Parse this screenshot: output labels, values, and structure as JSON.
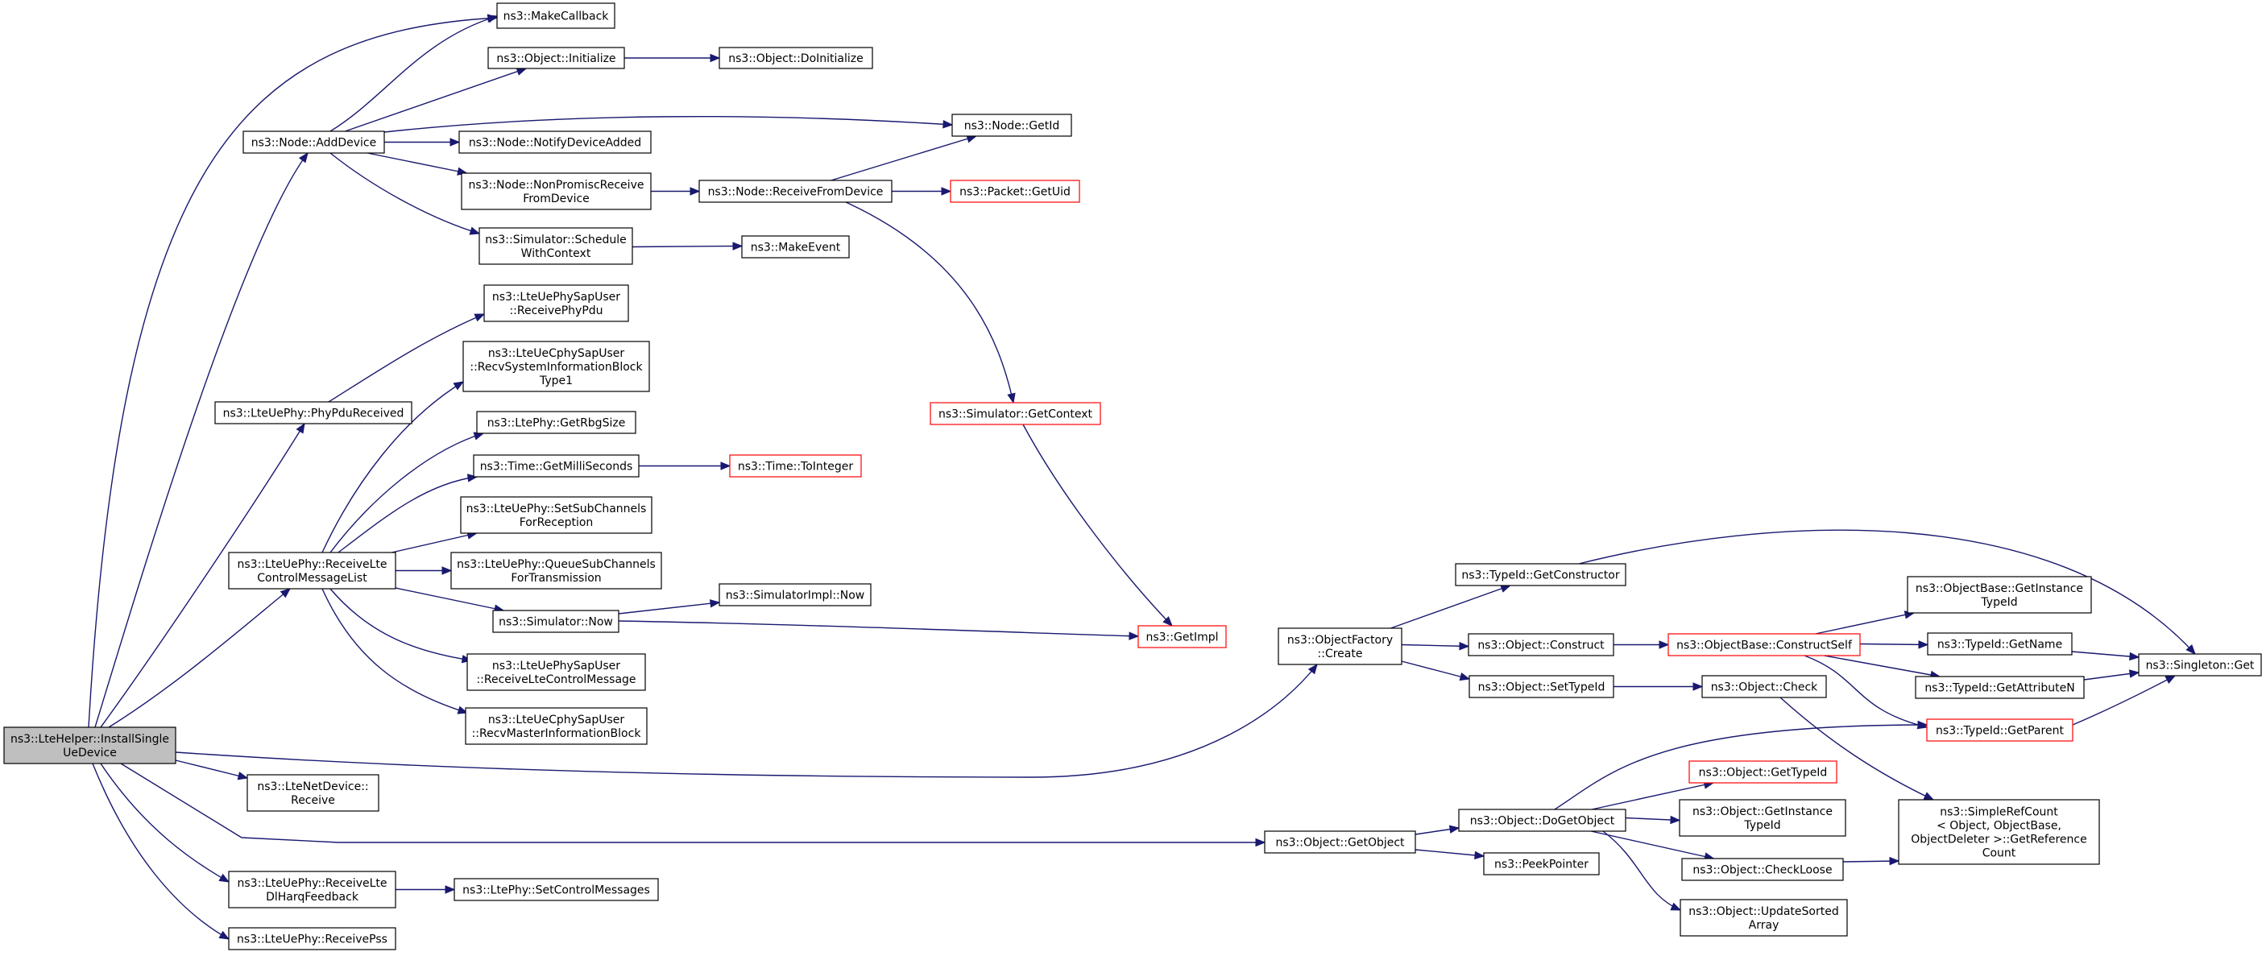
{
  "colors": {
    "edge": "#191970",
    "node_border": "#000000",
    "node_border_truncated": "#ff0000",
    "root_fill": "#bfbfbf",
    "node_fill": "#ffffff"
  },
  "nodes": [
    {
      "id": "root",
      "lines": [
        "ns3::LteHelper::InstallSingle",
        "UeDevice"
      ],
      "style": "root"
    },
    {
      "id": "makecallback",
      "lines": [
        "ns3::MakeCallback"
      ],
      "style": "normal"
    },
    {
      "id": "obj_initialize",
      "lines": [
        "ns3::Object::Initialize"
      ],
      "style": "normal"
    },
    {
      "id": "obj_doinitialize",
      "lines": [
        "ns3::Object::DoInitialize"
      ],
      "style": "normal"
    },
    {
      "id": "node_adddevice",
      "lines": [
        "ns3::Node::AddDevice"
      ],
      "style": "normal"
    },
    {
      "id": "node_getid",
      "lines": [
        "ns3::Node::GetId"
      ],
      "style": "normal"
    },
    {
      "id": "node_notifydeviceadded",
      "lines": [
        "ns3::Node::NotifyDeviceAdded"
      ],
      "style": "normal"
    },
    {
      "id": "node_nonpromisc",
      "lines": [
        "ns3::Node::NonPromiscReceive",
        "FromDevice"
      ],
      "style": "normal"
    },
    {
      "id": "node_receivefromdevice",
      "lines": [
        "ns3::Node::ReceiveFromDevice"
      ],
      "style": "normal"
    },
    {
      "id": "packet_getuid",
      "lines": [
        "ns3::Packet::GetUid"
      ],
      "style": "truncated"
    },
    {
      "id": "sim_schedulewithcontext",
      "lines": [
        "ns3::Simulator::Schedule",
        "WithContext"
      ],
      "style": "normal"
    },
    {
      "id": "makeevent",
      "lines": [
        "ns3::MakeEvent"
      ],
      "style": "normal"
    },
    {
      "id": "ltephysapuser_receivephypdu",
      "lines": [
        "ns3::LteUePhySapUser",
        "::ReceivePhyPdu"
      ],
      "style": "normal"
    },
    {
      "id": "lteuephy_phypdureceived",
      "lines": [
        "ns3::LteUePhy::PhyPduReceived"
      ],
      "style": "normal"
    },
    {
      "id": "ltecphy_recvsib1",
      "lines": [
        "ns3::LteUeCphySapUser",
        "::RecvSystemInformationBlock",
        "Type1"
      ],
      "style": "normal"
    },
    {
      "id": "ltephy_getrbgsize",
      "lines": [
        "ns3::LtePhy::GetRbgSize"
      ],
      "style": "normal"
    },
    {
      "id": "time_getmilliseconds",
      "lines": [
        "ns3::Time::GetMilliSeconds"
      ],
      "style": "normal"
    },
    {
      "id": "time_tointeger",
      "lines": [
        "ns3::Time::ToInteger"
      ],
      "style": "truncated"
    },
    {
      "id": "sim_getcontext",
      "lines": [
        "ns3::Simulator::GetContext"
      ],
      "style": "truncated"
    },
    {
      "id": "lteuephy_setsubchannels",
      "lines": [
        "ns3::LteUePhy::SetSubChannels",
        "ForReception"
      ],
      "style": "normal"
    },
    {
      "id": "lteuephy_receivectrlmsglist",
      "lines": [
        "ns3::LteUePhy::ReceiveLte",
        "ControlMessageList"
      ],
      "style": "normal"
    },
    {
      "id": "lteuephy_queuesubchannels",
      "lines": [
        "ns3::LteUePhy::QueueSubChannels",
        "ForTransmission"
      ],
      "style": "normal"
    },
    {
      "id": "sim_now",
      "lines": [
        "ns3::Simulator::Now"
      ],
      "style": "normal"
    },
    {
      "id": "simimpl_now",
      "lines": [
        "ns3::SimulatorImpl::Now"
      ],
      "style": "normal"
    },
    {
      "id": "getimpl",
      "lines": [
        "ns3::GetImpl"
      ],
      "style": "truncated"
    },
    {
      "id": "ltephysapuser_receivectrlmsg",
      "lines": [
        "ns3::LteUePhySapUser",
        "::ReceiveLteControlMessage"
      ],
      "style": "normal"
    },
    {
      "id": "ltecphy_recvmib",
      "lines": [
        "ns3::LteUeCphySapUser",
        "::RecvMasterInformationBlock"
      ],
      "style": "normal"
    },
    {
      "id": "ltenetdevice_receive",
      "lines": [
        "ns3::LteNetDevice::",
        "Receive"
      ],
      "style": "normal"
    },
    {
      "id": "lteuephy_receivedlharq",
      "lines": [
        "ns3::LteUePhy::ReceiveLte",
        "DlHarqFeedback"
      ],
      "style": "normal"
    },
    {
      "id": "ltephy_setcontrolmessages",
      "lines": [
        "ns3::LtePhy::SetControlMessages"
      ],
      "style": "normal"
    },
    {
      "id": "lteuephy_receivepss",
      "lines": [
        "ns3::LteUePhy::ReceivePss"
      ],
      "style": "normal"
    },
    {
      "id": "objfactory_create",
      "lines": [
        "ns3::ObjectFactory",
        "::Create"
      ],
      "style": "normal"
    },
    {
      "id": "typeid_getconstructor",
      "lines": [
        "ns3::TypeId::GetConstructor"
      ],
      "style": "normal"
    },
    {
      "id": "obj_construct",
      "lines": [
        "ns3::Object::Construct"
      ],
      "style": "normal"
    },
    {
      "id": "objbase_constructself",
      "lines": [
        "ns3::ObjectBase::ConstructSelf"
      ],
      "style": "truncated"
    },
    {
      "id": "obj_settypeid",
      "lines": [
        "ns3::Object::SetTypeId"
      ],
      "style": "normal"
    },
    {
      "id": "obj_check",
      "lines": [
        "ns3::Object::Check"
      ],
      "style": "normal"
    },
    {
      "id": "objbase_getinstancetypeid",
      "lines": [
        "ns3::ObjectBase::GetInstance",
        "TypeId"
      ],
      "style": "normal"
    },
    {
      "id": "typeid_getname",
      "lines": [
        "ns3::TypeId::GetName"
      ],
      "style": "normal"
    },
    {
      "id": "typeid_getattributen",
      "lines": [
        "ns3::TypeId::GetAttributeN"
      ],
      "style": "normal"
    },
    {
      "id": "typeid_getparent",
      "lines": [
        "ns3::TypeId::GetParent"
      ],
      "style": "truncated"
    },
    {
      "id": "singleton_get",
      "lines": [
        "ns3::Singleton::Get"
      ],
      "style": "normal"
    },
    {
      "id": "obj_getobject",
      "lines": [
        "ns3::Object::GetObject"
      ],
      "style": "normal"
    },
    {
      "id": "obj_dogetobject",
      "lines": [
        "ns3::Object::DoGetObject"
      ],
      "style": "normal"
    },
    {
      "id": "obj_gettypeid",
      "lines": [
        "ns3::Object::GetTypeId"
      ],
      "style": "truncated"
    },
    {
      "id": "obj_getinstancetypeid",
      "lines": [
        "ns3::Object::GetInstance",
        "TypeId"
      ],
      "style": "normal"
    },
    {
      "id": "obj_checkloose",
      "lines": [
        "ns3::Object::CheckLoose"
      ],
      "style": "normal"
    },
    {
      "id": "obj_updatesortedarray",
      "lines": [
        "ns3::Object::UpdateSorted",
        "Array"
      ],
      "style": "normal"
    },
    {
      "id": "peekpointer",
      "lines": [
        "ns3::PeekPointer"
      ],
      "style": "normal"
    },
    {
      "id": "simplerefcount_getrefcount",
      "lines": [
        "ns3::SimpleRefCount",
        "< Object, ObjectBase,",
        " ObjectDeleter >::GetReference",
        "Count"
      ],
      "style": "normal"
    }
  ],
  "edges": [
    [
      "root",
      "makecallback"
    ],
    [
      "root",
      "node_adddevice"
    ],
    [
      "root",
      "lteuephy_phypdureceived"
    ],
    [
      "root",
      "lteuephy_receivectrlmsglist"
    ],
    [
      "root",
      "objfactory_create"
    ],
    [
      "root",
      "ltenetdevice_receive"
    ],
    [
      "root",
      "obj_getobject"
    ],
    [
      "root",
      "lteuephy_receivedlharq"
    ],
    [
      "root",
      "lteuephy_receivepss"
    ],
    [
      "node_adddevice",
      "makecallback"
    ],
    [
      "node_adddevice",
      "obj_initialize"
    ],
    [
      "node_adddevice",
      "node_getid"
    ],
    [
      "node_adddevice",
      "node_notifydeviceadded"
    ],
    [
      "node_adddevice",
      "node_nonpromisc"
    ],
    [
      "node_adddevice",
      "sim_schedulewithcontext"
    ],
    [
      "obj_initialize",
      "obj_doinitialize"
    ],
    [
      "node_nonpromisc",
      "node_receivefromdevice"
    ],
    [
      "node_receivefromdevice",
      "node_getid"
    ],
    [
      "node_receivefromdevice",
      "packet_getuid"
    ],
    [
      "node_receivefromdevice",
      "sim_getcontext"
    ],
    [
      "sim_schedulewithcontext",
      "makeevent"
    ],
    [
      "lteuephy_phypdureceived",
      "ltephysapuser_receivephypdu"
    ],
    [
      "lteuephy_receivectrlmsglist",
      "ltecphy_recvsib1"
    ],
    [
      "lteuephy_receivectrlmsglist",
      "ltephy_getrbgsize"
    ],
    [
      "lteuephy_receivectrlmsglist",
      "time_getmilliseconds"
    ],
    [
      "lteuephy_receivectrlmsglist",
      "lteuephy_setsubchannels"
    ],
    [
      "lteuephy_receivectrlmsglist",
      "lteuephy_queuesubchannels"
    ],
    [
      "lteuephy_receivectrlmsglist",
      "sim_now"
    ],
    [
      "lteuephy_receivectrlmsglist",
      "ltephysapuser_receivectrlmsg"
    ],
    [
      "lteuephy_receivectrlmsglist",
      "ltecphy_recvmib"
    ],
    [
      "time_getmilliseconds",
      "time_tointeger"
    ],
    [
      "sim_now",
      "simimpl_now"
    ],
    [
      "sim_now",
      "getimpl"
    ],
    [
      "sim_getcontext",
      "getimpl"
    ],
    [
      "lteuephy_receivedlharq",
      "ltephy_setcontrolmessages"
    ],
    [
      "objfactory_create",
      "typeid_getconstructor"
    ],
    [
      "objfactory_create",
      "obj_construct"
    ],
    [
      "objfactory_create",
      "obj_settypeid"
    ],
    [
      "typeid_getconstructor",
      "singleton_get"
    ],
    [
      "obj_construct",
      "objbase_constructself"
    ],
    [
      "objbase_constructself",
      "objbase_getinstancetypeid"
    ],
    [
      "objbase_constructself",
      "typeid_getname"
    ],
    [
      "objbase_constructself",
      "typeid_getattributen"
    ],
    [
      "objbase_constructself",
      "typeid_getparent"
    ],
    [
      "typeid_getname",
      "singleton_get"
    ],
    [
      "typeid_getattributen",
      "singleton_get"
    ],
    [
      "typeid_getparent",
      "singleton_get"
    ],
    [
      "obj_settypeid",
      "obj_check"
    ],
    [
      "obj_check",
      "simplerefcount_getrefcount"
    ],
    [
      "obj_getobject",
      "obj_dogetobject"
    ],
    [
      "obj_getobject",
      "peekpointer"
    ],
    [
      "obj_dogetobject",
      "typeid_getparent"
    ],
    [
      "obj_dogetobject",
      "obj_gettypeid"
    ],
    [
      "obj_dogetobject",
      "obj_getinstancetypeid"
    ],
    [
      "obj_dogetobject",
      "obj_checkloose"
    ],
    [
      "obj_dogetobject",
      "obj_updatesortedarray"
    ],
    [
      "obj_checkloose",
      "simplerefcount_getrefcount"
    ]
  ]
}
